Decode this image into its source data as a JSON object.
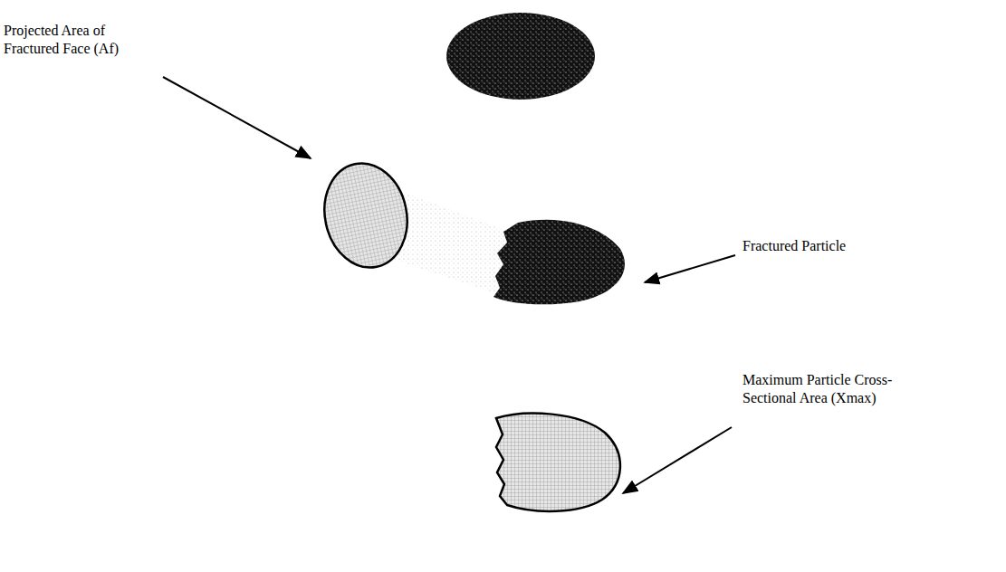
{
  "diagram": {
    "labels": [
      "Projected Area of Fractured Face (Af)",
      "Fractured Particle",
      "Maximum Particle Cross-Sectional Area (Xmax)"
    ]
  }
}
